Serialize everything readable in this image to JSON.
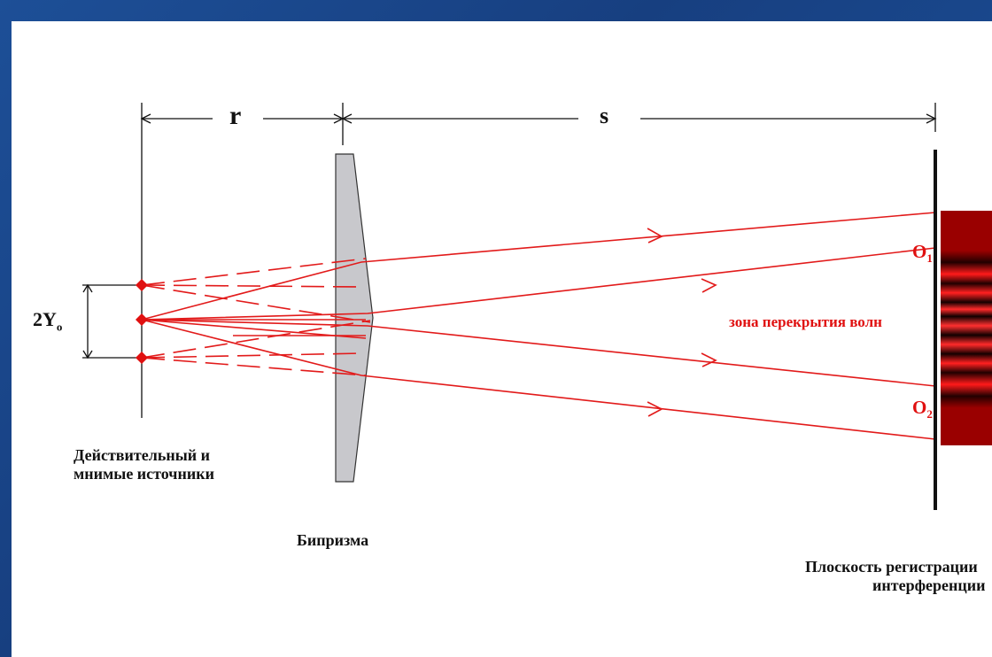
{
  "labels": {
    "dist_r": "r",
    "dist_s": "s",
    "source_sep_main": "2Y",
    "source_sep_sub": "o",
    "sources_line1": "Действительный и",
    "sources_line2": "мнимые источники",
    "biprism": "Бипризма",
    "overlap_zone": "зона перекрытия волн",
    "o1_main": "O",
    "o1_sub": "1",
    "o2_main": "O",
    "o2_sub": "2",
    "plane_line1": "Плоскость регистрации",
    "plane_line2": "интерференции"
  },
  "colors": {
    "ray": "#e21a1a",
    "source_point": "#e01010",
    "prism_fill": "#c8c8cc",
    "fringe_dark": "#9a0000",
    "fringe_bright": "#ff1a1a",
    "background": "#1a4a90"
  }
}
